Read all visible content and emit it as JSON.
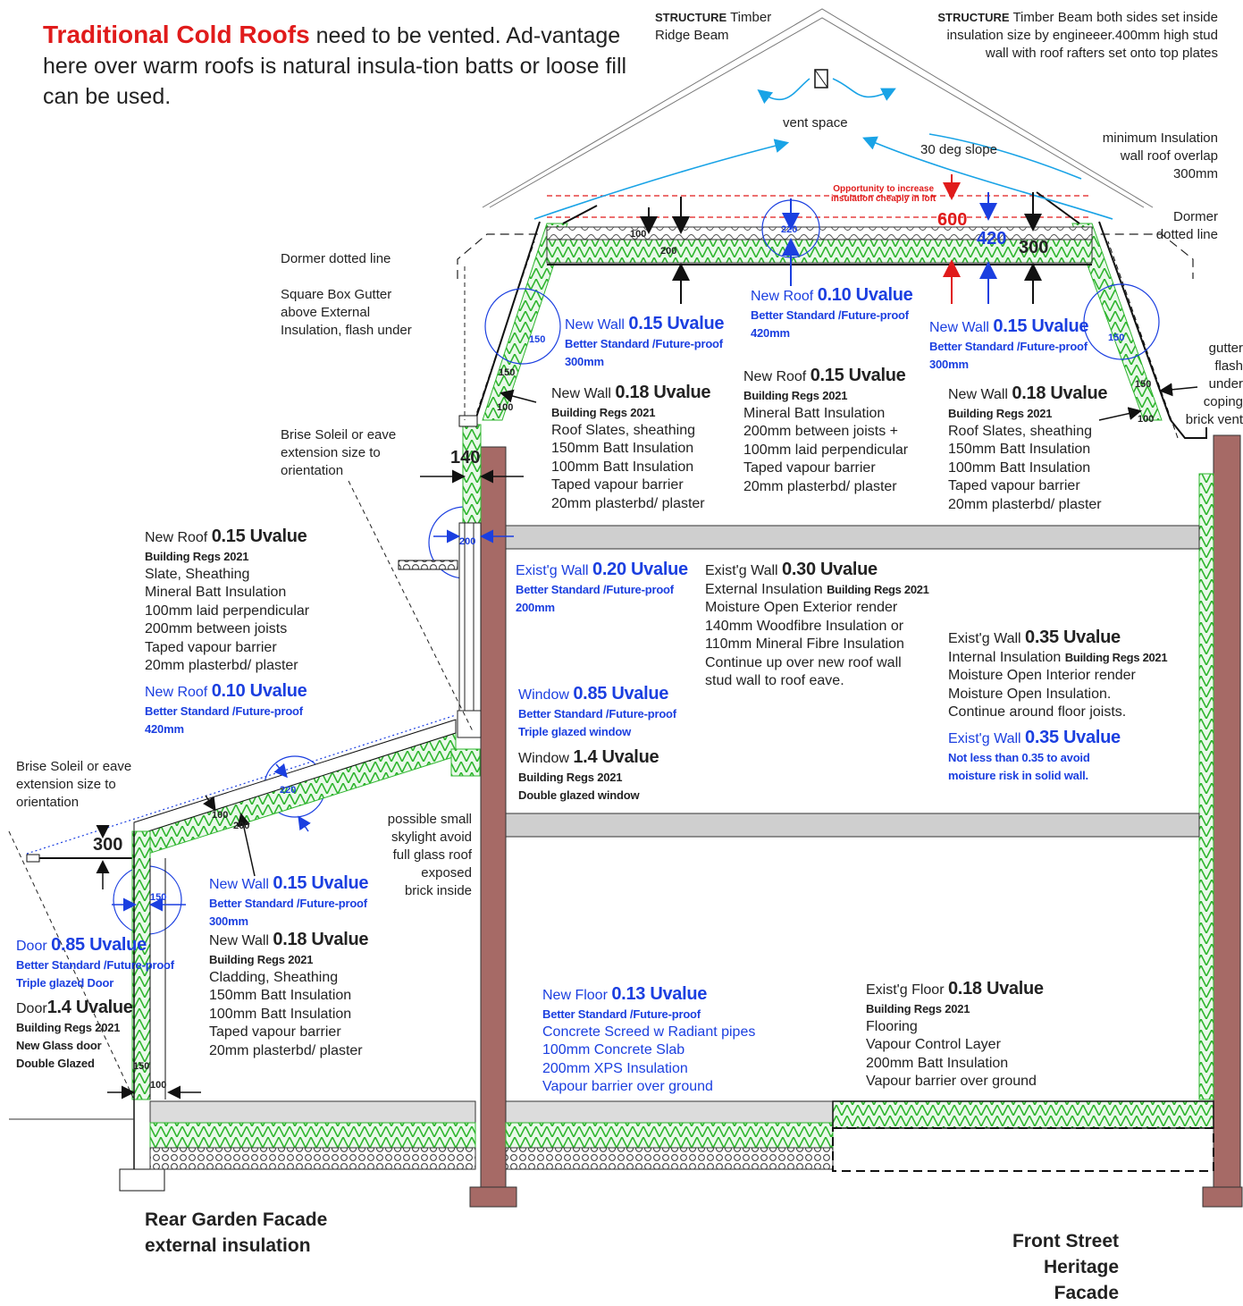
{
  "colors": {
    "insulation_green": "#2fb52f",
    "brick": "#a66a66",
    "blue": "#1b3fe0",
    "red": "#e01b1b"
  },
  "intro": {
    "title": "Traditional Cold Roofs",
    "text": "need to be vented. Ad-vantage here over warm roofs is natural insula-tion batts or loose fill can be used."
  },
  "top_labels": {
    "structure_ridge_kw": "STRUCTURE",
    "structure_ridge_rest": "Timber",
    "structure_ridge_l2": "Ridge Beam",
    "structure_beam_kw": "STRUCTURE",
    "structure_beam_rest": "Timber Beam both sides set inside",
    "structure_beam_l2": "insulation size by engineeer.400mm high stud",
    "structure_beam_l3": "wall with roof rafters set onto top plates",
    "vent_space": "vent space",
    "slope": "30 deg slope",
    "min_insul_l1": "minimum Insulation",
    "min_insul_l2": "wall roof overlap",
    "min_insul_l3": "300mm",
    "dormer_right_l1": "Dormer",
    "dormer_right_l2": "dotted line",
    "dormer_left": "Dormer dotted line",
    "gutter_l1": "Square Box Gutter",
    "gutter_l2": "above External",
    "gutter_l3": "Insulation, flash under",
    "flash_l1": "gutter",
    "flash_l2": "flash",
    "flash_l3": "under",
    "flash_l4": "coping",
    "flash_l5": "brick vent",
    "opportunity_l1": "Opportunity to increase",
    "opportunity_l2": "insulation cheaply in loft",
    "brise_top_l1": "Brise Soleil or eave",
    "brise_top_l2": "extension size to",
    "brise_top_l3": "orientation",
    "brise_low_l1": "Brise Soleil or eave",
    "brise_low_l2": "extension size to",
    "brise_low_l3": "orientation",
    "skylight_l1": "possible small",
    "skylight_l2": "skylight avoid",
    "skylight_l3": "full glass roof",
    "skylight_l4": "exposed",
    "skylight_l5": "brick inside"
  },
  "dims": {
    "d600": "600",
    "d420": "420",
    "d300_roof": "300",
    "d100_roof": "100",
    "d200_roof": "200",
    "d220_roof": "220",
    "d150_l": "150",
    "d150_l2": "150",
    "d100_l": "100",
    "d150_r": "150",
    "d150_r2": "150",
    "d100_r": "100",
    "d140": "140",
    "d200_wall": "200",
    "d220_ext": "220",
    "d100_ext": "100",
    "d200_ext": "200",
    "d300_ext": "300",
    "d150_ext": "150",
    "d150_base": "150",
    "d100_base": "100"
  },
  "specs": {
    "new_wall_015_l": {
      "pre": "New Wall",
      "val": "0.15 Uvalue",
      "sub": "Better Standard /Future-proof",
      "l1": "300mm"
    },
    "new_wall_018_l": {
      "pre": "New Wall",
      "val": "0.18 Uvalue",
      "sub": "Building Regs 2021",
      "l1": "Roof Slates, sheathing",
      "l2": "150mm Batt Insulation",
      "l3": "100mm Batt Insulation",
      "l4": "Taped vapour barrier",
      "l5": "20mm plasterbd/ plaster"
    },
    "new_roof_010": {
      "pre": "New Roof",
      "val": "0.10 Uvalue",
      "sub": "Better Standard /Future-proof",
      "l1": "420mm"
    },
    "new_roof_015": {
      "pre": "New Roof",
      "val": "0.15 Uvalue",
      "sub": "Building Regs 2021",
      "l1": "Mineral Batt Insulation",
      "l2": "200mm between joists +",
      "l3": "100mm laid perpendicular",
      "l4": "Taped vapour barrier",
      "l5": "20mm plasterbd/ plaster"
    },
    "new_wall_015_r": {
      "pre": "New Wall",
      "val": "0.15 Uvalue",
      "sub": "Better Standard /Future-proof",
      "l1": "300mm"
    },
    "new_wall_018_r": {
      "pre": "New Wall",
      "val": "0.18 Uvalue",
      "sub": "Building Regs 2021",
      "l1": "Roof Slates, sheathing",
      "l2": "150mm Batt Insulation",
      "l3": "100mm Batt Insulation",
      "l4": "Taped vapour barrier",
      "l5": "20mm plasterbd/ plaster"
    },
    "ext_roof_015": {
      "pre": "New Roof",
      "val": "0.15 Uvalue",
      "sub": "Building Regs 2021",
      "l1": "Slate, Sheathing",
      "l2": "Mineral Batt Insulation",
      "l3": "100mm laid perpendicular",
      "l4": "200mm between joists",
      "l5": "Taped vapour barrier",
      "l6": "20mm plasterbd/ plaster"
    },
    "ext_roof_010": {
      "pre": "New Roof",
      "val": "0.10 Uvalue",
      "sub": "Better Standard /Future-proof",
      "l1": "420mm"
    },
    "exist_wall_020": {
      "pre": "Exist'g Wall",
      "val": "0.20 Uvalue",
      "sub": "Better Standard /Future-proof",
      "l1": "200mm"
    },
    "exist_wall_030": {
      "pre": "Exist'g Wall",
      "val": "0.30 Uvalue",
      "l0": "External Insulation",
      "l0b": "Building Regs 2021",
      "l1": "Moisture Open Exterior render",
      "l2": "140mm Woodfibre Insulation or",
      "l3": "110mm Mineral Fibre Insulation",
      "l4": "Continue up over new roof wall",
      "l5": "stud wall to roof eave."
    },
    "exist_wall_035_a": {
      "pre": "Exist'g Wall",
      "val": "0.35 Uvalue",
      "l0": "Internal Insulation",
      "l0b": "Building Regs 2021",
      "l1": "Moisture Open Interior render",
      "l2": "Moisture Open Insulation.",
      "l3": "Continue around floor joists."
    },
    "exist_wall_035_b": {
      "pre": "Exist'g Wall",
      "val": "0.35 Uvalue",
      "sub1": "Not less than 0.35 to avoid",
      "sub2": "moisture risk in solid wall."
    },
    "window_085": {
      "pre": "Window",
      "val": "0.85 Uvalue",
      "sub1": "Better Standard /Future-proof",
      "sub2": "Triple glazed window"
    },
    "window_14": {
      "pre": "Window",
      "val": "1.4 Uvalue",
      "sub1": "Building Regs 2021",
      "sub2": "Double glazed window"
    },
    "ext_wall_015": {
      "pre": "New Wall",
      "val": "0.15 Uvalue",
      "sub": "Better Standard /Future-proof",
      "l1": "300mm"
    },
    "ext_wall_018": {
      "pre": "New Wall",
      "val": "0.18 Uvalue",
      "sub": "Building Regs 2021",
      "l1": "Cladding, Sheathing",
      "l2": "150mm Batt Insulation",
      "l3": "100mm Batt Insulation",
      "l4": "Taped vapour barrier",
      "l5": "20mm plasterbd/ plaster"
    },
    "door_085": {
      "pre": "Door",
      "val": "0.85 Uvalue",
      "sub1": "Better Standard /Future-proof",
      "sub2": "Triple glazed Door"
    },
    "door_14": {
      "pre": "Door",
      "val": "1.4 Uvalue",
      "sub1": "Building Regs 2021",
      "sub2": "New Glass door",
      "sub3": "Double Glazed"
    },
    "new_floor_013": {
      "pre": "New Floor",
      "val": "0.13 Uvalue",
      "sub": "Better Standard /Future-proof",
      "l1": "Concrete Screed w Radiant pipes",
      "l2": "100mm Concrete Slab",
      "l3": "200mm XPS Insulation",
      "l4": "Vapour barrier over ground"
    },
    "exist_floor_018": {
      "pre": "Exist'g Floor",
      "val": "0.18 Uvalue",
      "sub": "Building Regs 2021",
      "l1": "Flooring",
      "l2": "Vapour Control Layer",
      "l3": "200mm Batt Insulation",
      "l4": "Vapour barrier over ground"
    }
  },
  "facades": {
    "rear_l1": "Rear Garden Facade",
    "rear_l2": "external insulation",
    "front_l1": "Front Street",
    "front_l2": "Heritage Facade"
  }
}
